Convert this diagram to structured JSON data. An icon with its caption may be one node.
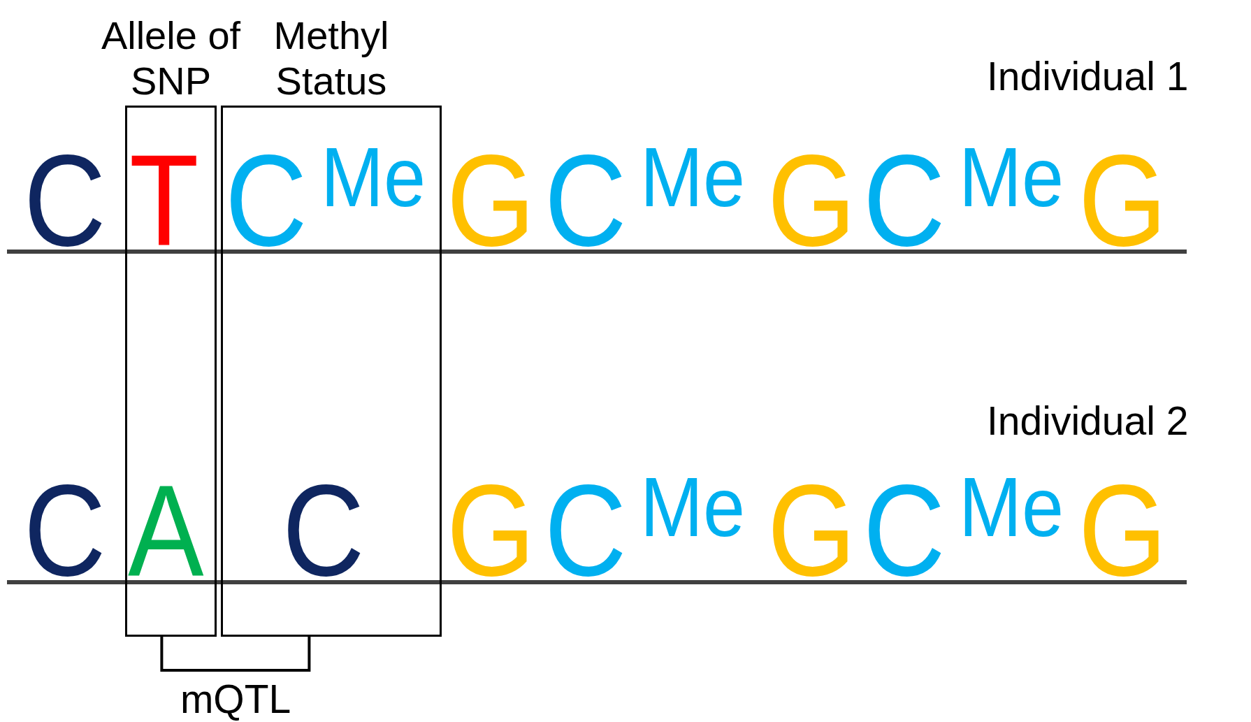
{
  "diagram": {
    "nodes": [
      {
        "text": [
          "Allele of SNP"
        ]
      },
      {
        "text": [
          "Methyl Status"
        ]
      }
    ],
    "edges": [
      {
        "from": 0,
        "to": 1,
        "arrow": "none",
        "label": "mQTL"
      }
    ],
    "labels": [
      "Individual 1",
      "C",
      "T",
      "C",
      "Me",
      "G",
      "C",
      "Me",
      "G",
      "C",
      "Me",
      "G",
      "Individual 2",
      "C",
      "A",
      "C",
      "G",
      "C",
      "Me",
      "G",
      "C",
      "Me",
      "G"
    ]
  }
}
